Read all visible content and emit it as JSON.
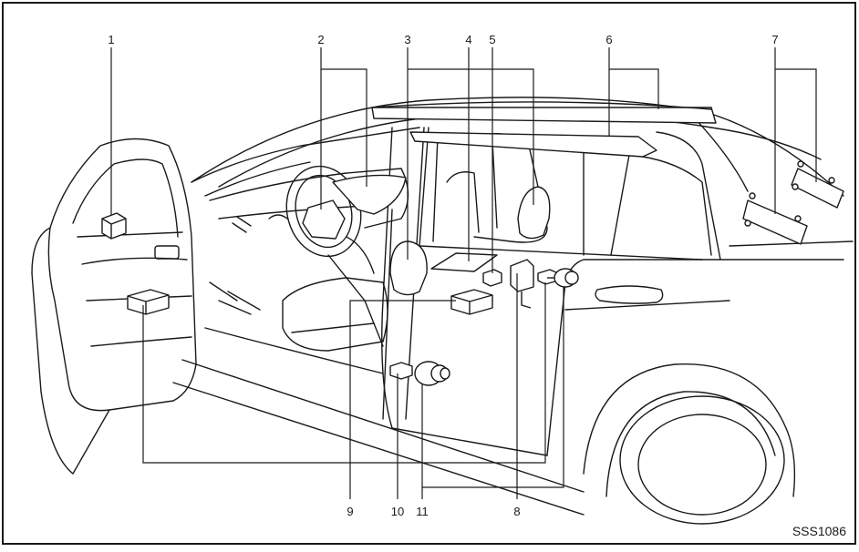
{
  "diagram": {
    "callouts": [
      "1",
      "2",
      "3",
      "4",
      "5",
      "6",
      "7",
      "8",
      "9",
      "10",
      "11"
    ],
    "figure_code": "SSS1086"
  },
  "colors": {
    "ink": "#1a1a1a",
    "paper": "#ffffff",
    "hatch": "#777777"
  }
}
